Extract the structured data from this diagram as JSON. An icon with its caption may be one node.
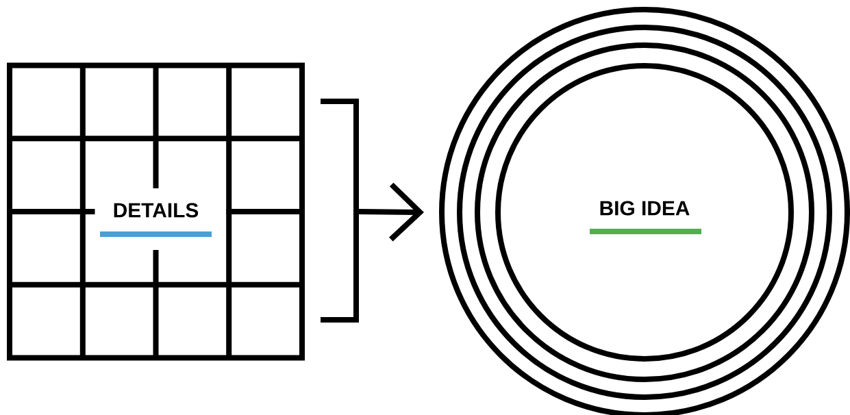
{
  "diagram": {
    "nodes": [
      {
        "text": [
          "DETAILS"
        ]
      },
      {
        "text": [
          "BIG IDEA"
        ]
      }
    ],
    "edges": [
      {
        "from": 0,
        "to": 1,
        "arrow": "to"
      }
    ]
  }
}
